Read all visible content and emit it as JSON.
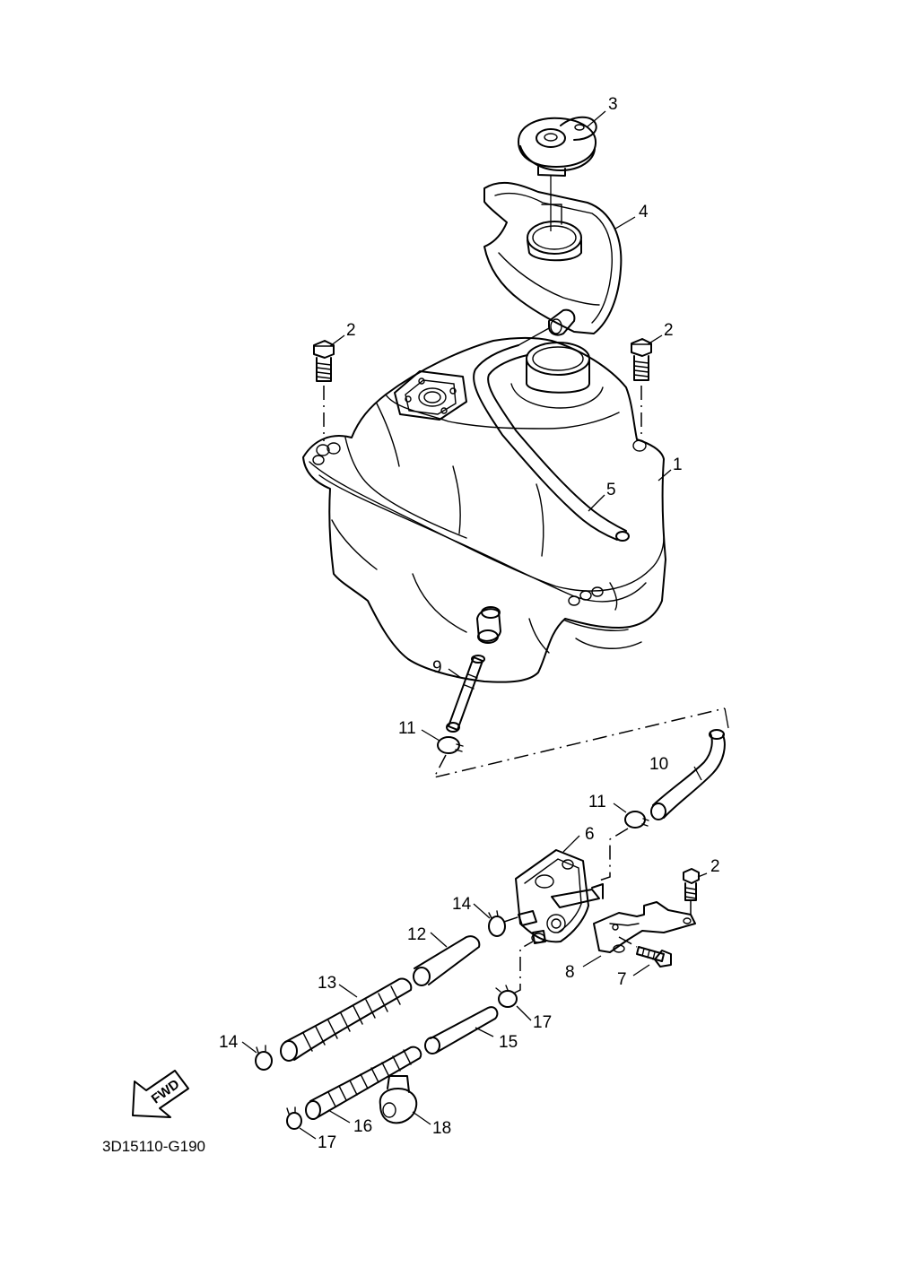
{
  "diagram": {
    "code": "3D15110-G190",
    "fwd_label": "FWD",
    "callouts": {
      "c1": "1",
      "c2a": "2",
      "c2b": "2",
      "c2c": "2",
      "c3": "3",
      "c4": "4",
      "c5": "5",
      "c6": "6",
      "c7": "7",
      "c8": "8",
      "c9": "9",
      "c10": "10",
      "c11a": "11",
      "c11b": "11",
      "c12": "12",
      "c13": "13",
      "c14a": "14",
      "c14b": "14",
      "c15": "15",
      "c16": "16",
      "c17a": "17",
      "c17b": "17",
      "c18": "18"
    }
  }
}
